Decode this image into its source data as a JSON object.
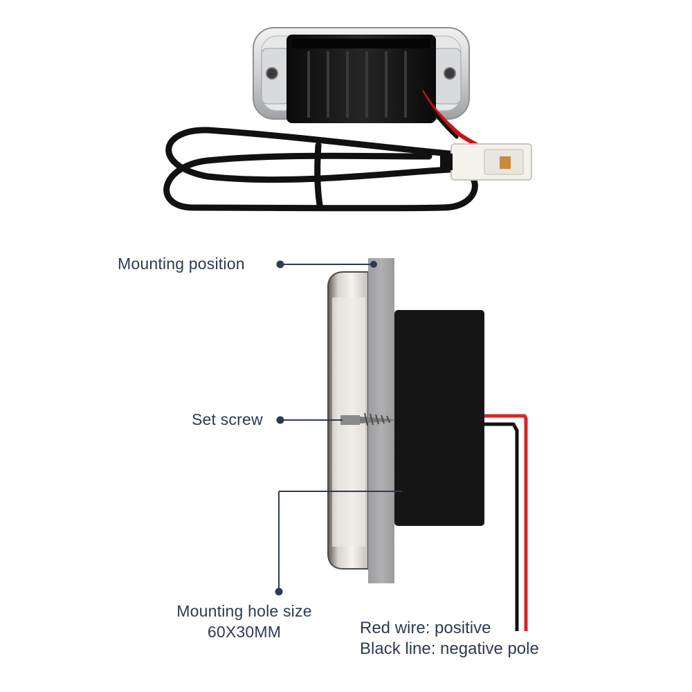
{
  "labels": {
    "mounting_position": "Mounting position",
    "set_screw": "Set screw",
    "mounting_hole_size_line1": "Mounting hole size",
    "mounting_hole_size_line2": "60X30MM",
    "red_wire": "Red wire: positive",
    "black_line": "Black line: negative pole"
  },
  "colors": {
    "text": "#2c3a55",
    "leader": "#2c3a55",
    "red_wire": "#e02020",
    "black_wire": "#111111",
    "panel": "#a5a5a7",
    "housing": "#151515"
  }
}
